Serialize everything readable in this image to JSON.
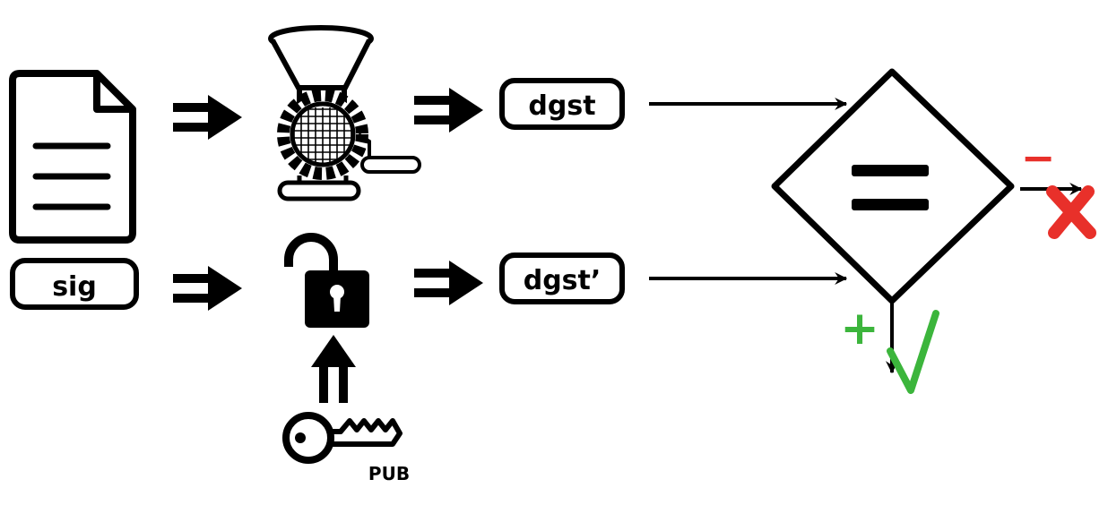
{
  "labels": {
    "sig": "sig",
    "digest": "dgst",
    "digest_prime": "dgst’",
    "key_tag": "PUB",
    "minus": "−",
    "plus": "+"
  },
  "colors": {
    "ink": "#000000",
    "fail": "#e8302a",
    "pass": "#3cb53c"
  },
  "icons": [
    "document-icon",
    "meat-grinder-icon",
    "unlocked-padlock-icon",
    "key-icon",
    "equals-diamond-icon",
    "cross-icon",
    "check-icon"
  ]
}
